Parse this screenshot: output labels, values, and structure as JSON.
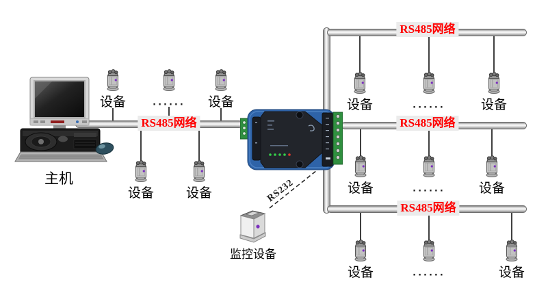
{
  "diagram": {
    "kind": "rs485-network-topology",
    "labels": {
      "host": "主机",
      "monitoring_device": "监控设备",
      "rs232": "RS232"
    },
    "networks": [
      {
        "name": "left-rs485",
        "bus_label": "RS485网络",
        "devices_above": [
          "设备",
          "······",
          "设备"
        ],
        "devices_below": [
          "设备",
          "设备"
        ]
      },
      {
        "name": "top-right-rs485",
        "bus_label": "RS485网络",
        "devices_below": [
          "设备",
          "······",
          "设备"
        ]
      },
      {
        "name": "middle-right-rs485",
        "bus_label": "RS485网络",
        "devices_below": [
          "设备",
          "······",
          "设备"
        ]
      },
      {
        "name": "bottom-right-rs485",
        "bus_label": "RS485网络",
        "devices_below": [
          "设备",
          "······",
          "设备"
        ]
      }
    ],
    "colors": {
      "bus_label_text": "#ff0000",
      "bus_label_background": "#ebebeb",
      "pipe_gray": "#d9d9d9",
      "converter_body_blue": "#2e63a8",
      "converter_panel_dark": "#22252b",
      "terminal_block_green": "#2f8f3f",
      "device_dot_purple": "#7b2fbe"
    }
  }
}
